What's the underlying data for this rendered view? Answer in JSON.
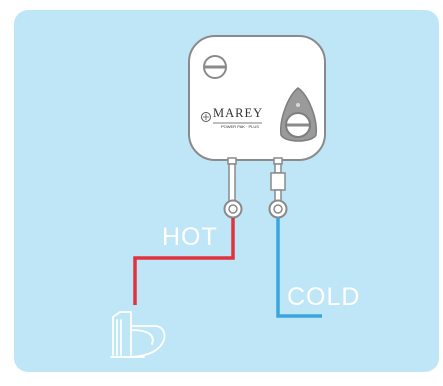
{
  "heater": {
    "brand": "MAREY",
    "model": "POWER PAK · PLUS"
  },
  "labels": {
    "hot": "HOT",
    "cold": "COLD"
  },
  "colors": {
    "background": "#bfe6f7",
    "hot_pipe": "#e0333e",
    "cold_pipe": "#3aa6dc",
    "outline": "#8a8a8a"
  },
  "icons": {
    "heater": "water-heater-icon",
    "faucet": "faucet-icon"
  }
}
